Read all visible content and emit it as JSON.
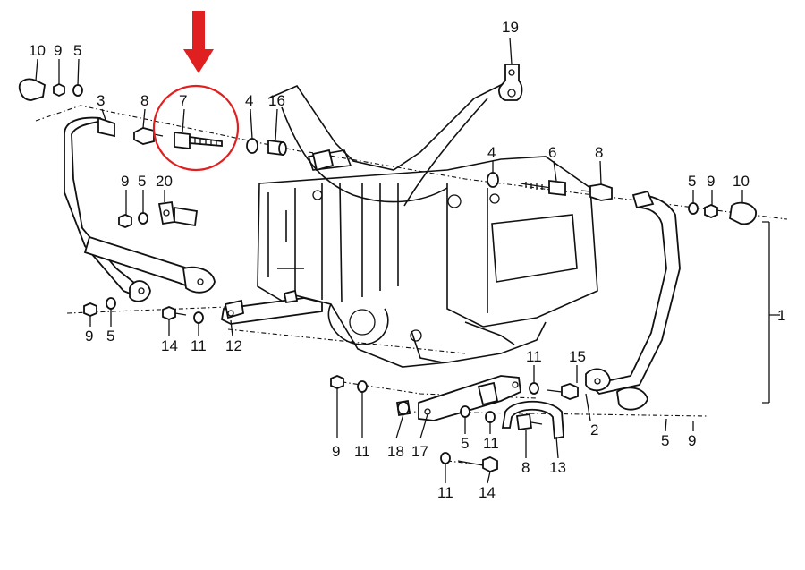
{
  "labels": {
    "l1": "1",
    "l2": "2",
    "l3": "3",
    "l4a": "4",
    "l4b": "4",
    "l5a": "5",
    "l5b": "5",
    "l5c": "5",
    "l5d": "5",
    "l5e": "5",
    "l5f": "5",
    "l6": "6",
    "l7": "7",
    "l8a": "8",
    "l8b": "8",
    "l8c": "8",
    "l9a": "9",
    "l9b": "9",
    "l9c": "9",
    "l9d": "9",
    "l9e": "9",
    "l9f": "9",
    "l10a": "10",
    "l10b": "10",
    "l11a": "11",
    "l11b": "11",
    "l11c": "11",
    "l11d": "11",
    "l11e": "11",
    "l12": "12",
    "l13": "13",
    "l14a": "14",
    "l14b": "14",
    "l15": "15",
    "l16": "16",
    "l17": "17",
    "l18": "18",
    "l19": "19",
    "l20": "20"
  },
  "highlight": {
    "color": "#e02020"
  }
}
